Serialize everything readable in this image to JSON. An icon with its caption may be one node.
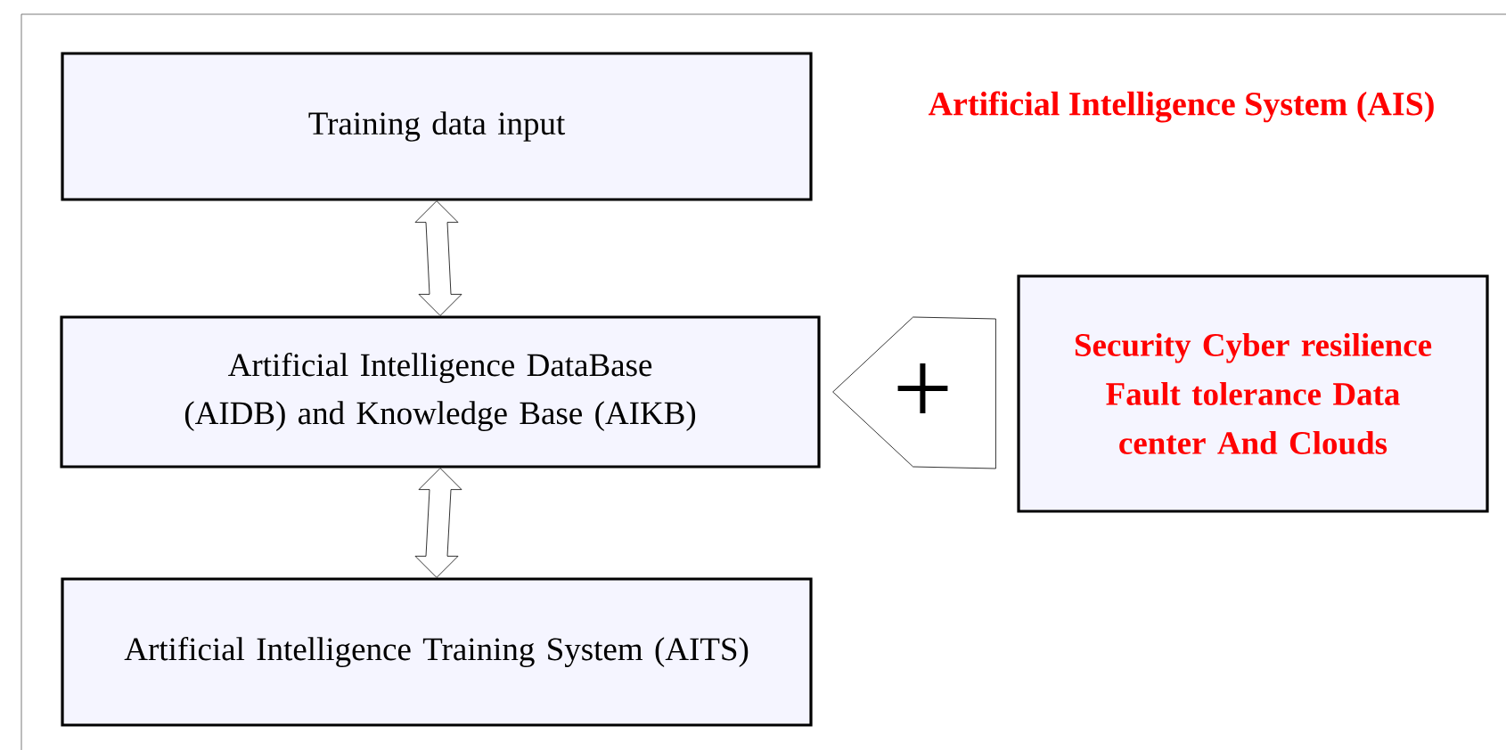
{
  "diagram": {
    "title": "Artificial Intelligence System (AIS)",
    "nodes": [
      {
        "text": [
          "Training data input"
        ]
      },
      {
        "text": [
          "Artificial Intelligence DataBase (AIDB) and Knowledge Base (AIKB)"
        ]
      },
      {
        "text": [
          "Artificial Intelligence Training System (AITS)"
        ]
      },
      {
        "text": [
          "Security Cyber resilience Fault tolerance Data center And Clouds"
        ]
      }
    ],
    "edges": [
      {
        "from": 0,
        "to": 1,
        "arrow": "both"
      },
      {
        "from": 1,
        "to": 2,
        "arrow": "both"
      },
      {
        "from": 3,
        "to": 1,
        "arrow": "to",
        "label": "+"
      }
    ]
  }
}
